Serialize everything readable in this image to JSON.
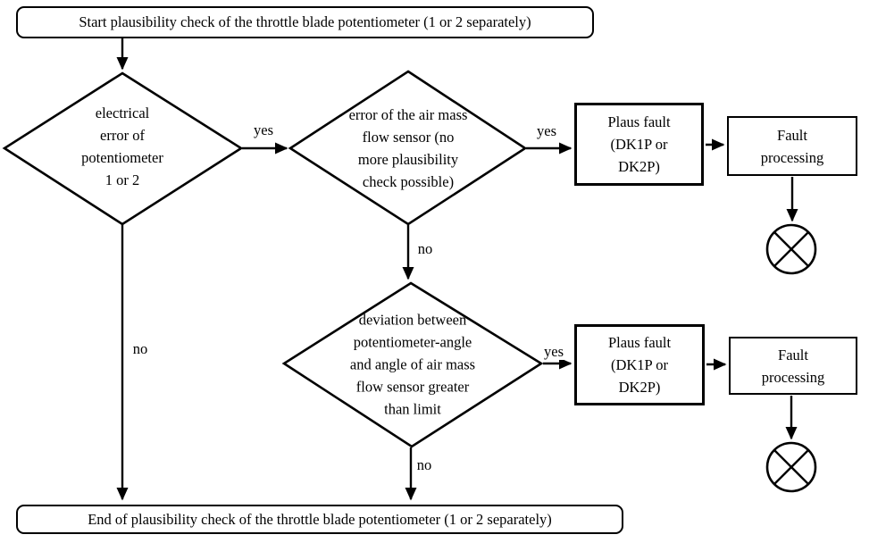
{
  "canvas": {
    "background": "#ffffff",
    "line_color": "#000000",
    "text_color": "#000000"
  },
  "nodes": {
    "start": {
      "label": "Start plausibility check of the throttle blade potentiometer (1 or 2 separately)"
    },
    "decision_electrical_error": {
      "label": "electrical\nerror of\npotentiometer\n1 or 2"
    },
    "decision_air_mass_error": {
      "label": "error of the air mass\nflow sensor (no\nmore plausibility\ncheck possible)"
    },
    "decision_deviation": {
      "label": "deviation between\npotentiometer-angle\nand angle of air mass\nflow sensor greater\nthan limit"
    },
    "plaus_fault_1": {
      "label": "Plaus fault\n(DK1P or\nDK2P)"
    },
    "fault_processing_1": {
      "label": "Fault\nprocessing"
    },
    "plaus_fault_2": {
      "label": "Plaus fault\n(DK1P or\nDK2P)"
    },
    "fault_processing_2": {
      "label": "Fault\nprocessing"
    },
    "end": {
      "label": "End of plausibility check of the throttle blade potentiometer (1 or 2 separately)"
    }
  },
  "edges": {
    "yes_1": "yes",
    "yes_2": "yes",
    "yes_3": "yes",
    "no_1": "no",
    "no_2": "no",
    "no_3": "no"
  }
}
